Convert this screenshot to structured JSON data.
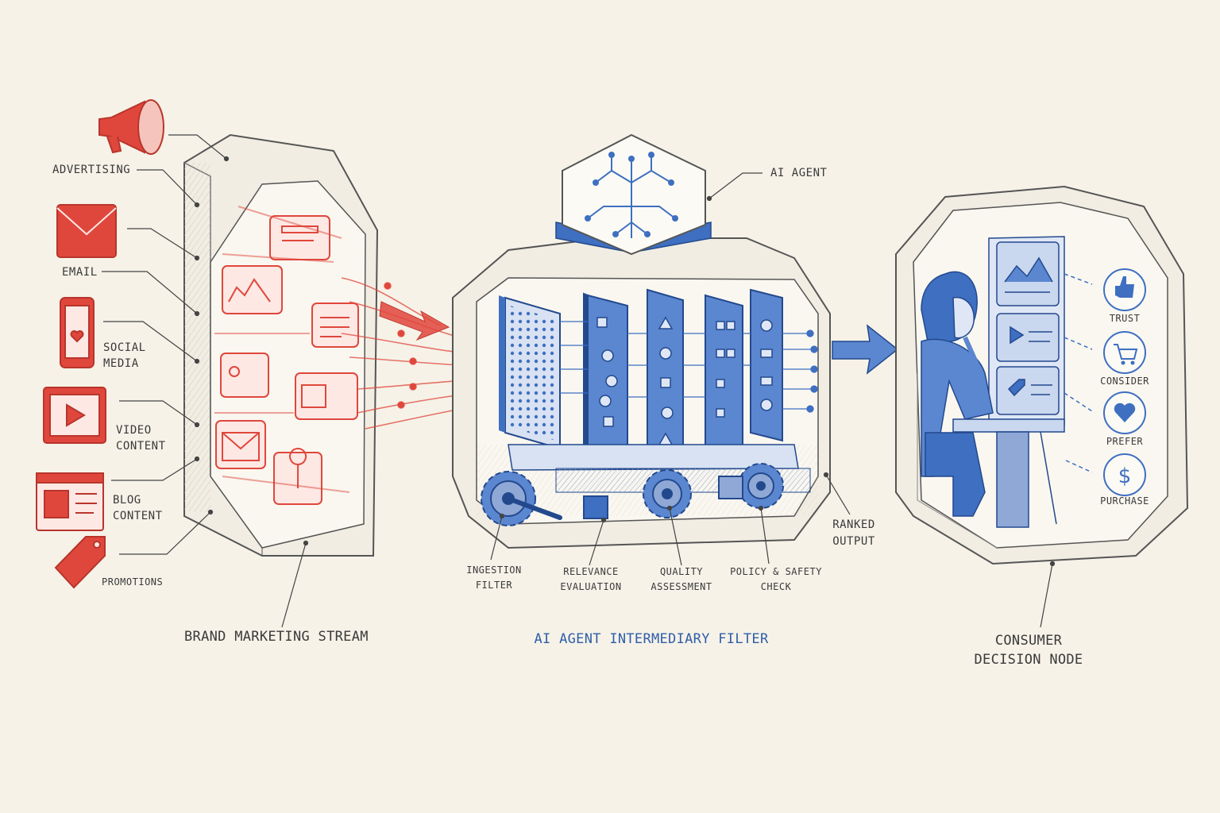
{
  "sources": {
    "advertising": "ADVERTISING",
    "email": "EMAIL",
    "social_media": [
      "SOCIAL",
      "MEDIA"
    ],
    "video_content": [
      "VIDEO",
      "CONTENT"
    ],
    "blog_content": [
      "BLOG",
      "CONTENT"
    ],
    "promotions": "PROMOTIONS"
  },
  "stream_label": "BRAND MARKETING STREAM",
  "agent": {
    "ai_agent_label": "AI AGENT",
    "title": "AI AGENT INTERMEDIARY FILTER",
    "stages": [
      [
        "INGESTION",
        "FILTER"
      ],
      [
        "RELEVANCE",
        "EVALUATION"
      ],
      [
        "QUALITY",
        "ASSESSMENT"
      ],
      [
        "POLICY & SAFETY",
        "CHECK"
      ]
    ],
    "ranked_output": [
      "RANKED",
      "OUTPUT"
    ]
  },
  "consumer": {
    "title": [
      "CONSUMER",
      "DECISION NODE"
    ],
    "outcomes": [
      "TRUST",
      "CONSIDER",
      "PREFER",
      "PURCHASE"
    ]
  },
  "colors": {
    "background": "#f6f2e8",
    "brand_red": "#e0473c",
    "agent_blue": "#3e6fc1",
    "ink": "#3a3a3a"
  },
  "icons": [
    "megaphone-icon",
    "envelope-icon",
    "phone-heart-icon",
    "play-video-icon",
    "blog-image-icon",
    "price-tag-icon",
    "neural-chip-icon",
    "gear-icon",
    "arrow-right-icon",
    "thumbs-up-icon",
    "cart-icon",
    "heart-icon",
    "dollar-icon"
  ]
}
